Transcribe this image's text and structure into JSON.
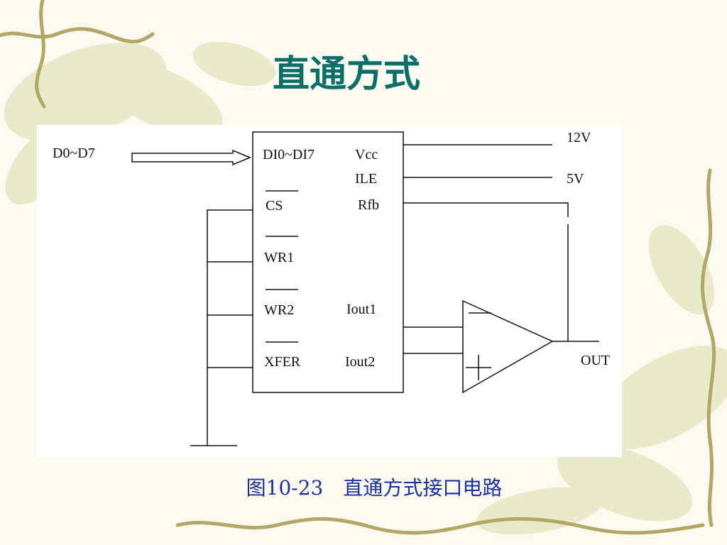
{
  "slide": {
    "title": "直通方式",
    "caption": "图10-23　直通方式接口电路"
  },
  "colors": {
    "title": "#0a6f66",
    "caption": "#1a2fa0",
    "vine": "#b5a96a",
    "leaf": "#e4e6c2"
  },
  "circuit": {
    "input_label": "D0~D7",
    "pins_left": [
      "DI0~DI7",
      "CS",
      "WR1",
      "WR2",
      "XFER"
    ],
    "pins_right": [
      "Vcc",
      "ILE",
      "Rfb",
      "Iout1",
      "Iout2"
    ],
    "supply_12v": "12V",
    "supply_5v": "5V",
    "output_label": "OUT"
  }
}
